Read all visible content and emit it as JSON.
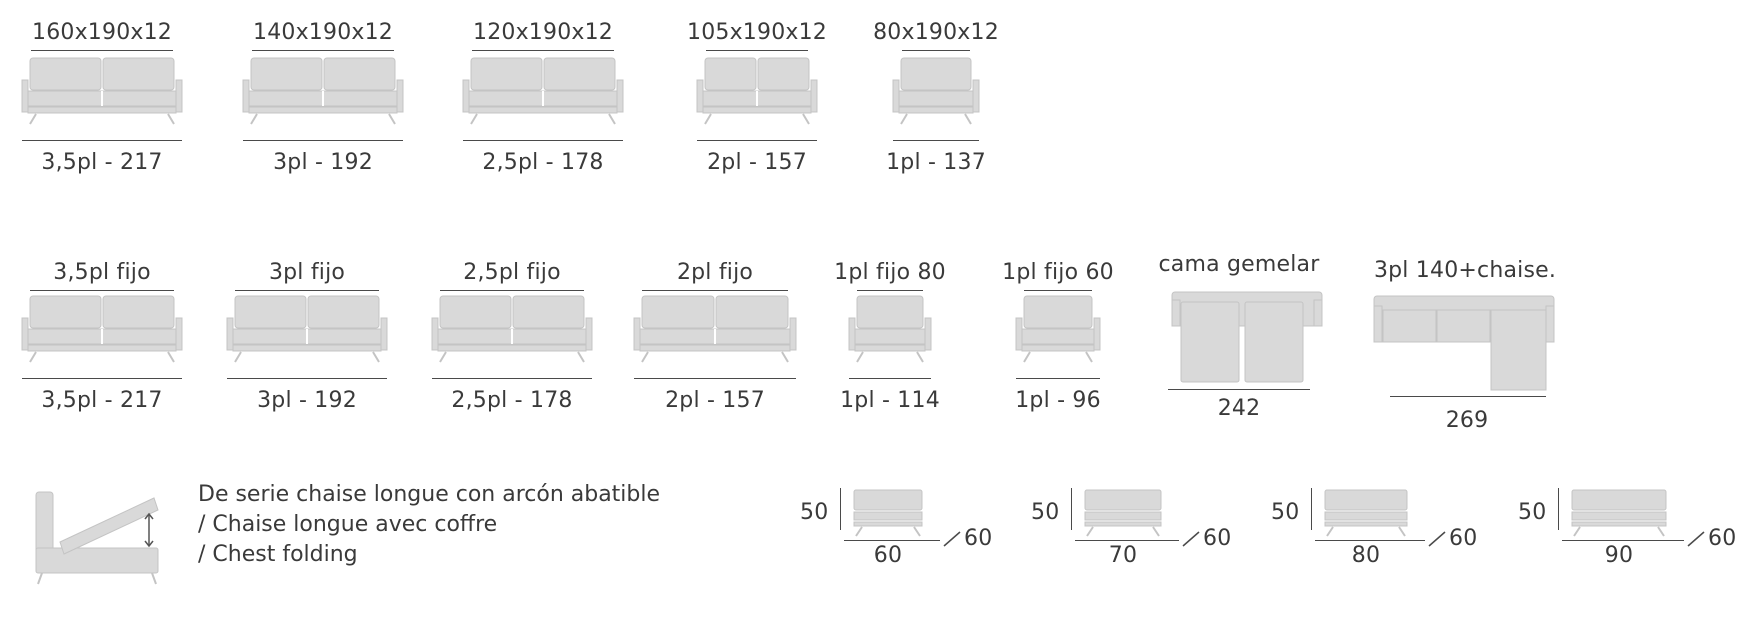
{
  "colors": {
    "fill": "#d9d9d9",
    "stroke": "#c4c4c4",
    "seam": "#ffffff",
    "text": "#3a3a3a",
    "rule": "#4a4a4a"
  },
  "row1": [
    {
      "top": "160x190x12",
      "bottom": "3,5pl  -  217",
      "icon": "sofa-two-seat-icon"
    },
    {
      "top": "140x190x12",
      "bottom": "3pl  -  192",
      "icon": "sofa-two-seat-icon"
    },
    {
      "top": "120x190x12",
      "bottom": "2,5pl  -  178",
      "icon": "sofa-two-seat-icon"
    },
    {
      "top": "105x190x12",
      "bottom": "2pl  -  157",
      "icon": "sofa-two-seat-icon"
    },
    {
      "top": "80x190x12",
      "bottom": "1pl  -  137",
      "icon": "sofa-one-seat-icon"
    }
  ],
  "row2": [
    {
      "top": "3,5pl fijo",
      "bottom": "3,5pl  -  217",
      "icon": "sofa-two-seat-icon"
    },
    {
      "top": "3pl fijo",
      "bottom": "3pl  -  192",
      "icon": "sofa-two-seat-icon"
    },
    {
      "top": "2,5pl fijo",
      "bottom": "2,5pl  -  178",
      "icon": "sofa-two-seat-icon"
    },
    {
      "top": "2pl fijo",
      "bottom": "2pl  -  157",
      "icon": "sofa-two-seat-icon"
    },
    {
      "top": "1pl fijo 80",
      "bottom": "1pl  - 114",
      "icon": "sofa-one-seat-icon"
    },
    {
      "top": "1pl fijo 60",
      "bottom": "1pl  - 96",
      "icon": "sofa-one-seat-icon"
    },
    {
      "top": "cama gemelar",
      "bottom": "242",
      "icon": "twin-bed-top-view-icon"
    },
    {
      "top": "3pl 140+chaise.",
      "bottom": "269",
      "icon": "chaise-sofa-top-view-icon"
    }
  ],
  "chest": {
    "icon": "chest-folding-icon",
    "lines": [
      "De serie chaise longue con arcón abatible",
      "/ Chaise longue avec coffre",
      "/ Chest folding"
    ]
  },
  "pouf_row": [
    {
      "height": "50",
      "width": "60",
      "depth": "60",
      "icon": "pouf-icon"
    },
    {
      "height": "50",
      "width": "70",
      "depth": "60",
      "icon": "pouf-icon"
    },
    {
      "height": "50",
      "width": "80",
      "depth": "60",
      "icon": "pouf-icon"
    },
    {
      "height": "50",
      "width": "90",
      "depth": "60",
      "icon": "pouf-icon"
    }
  ]
}
